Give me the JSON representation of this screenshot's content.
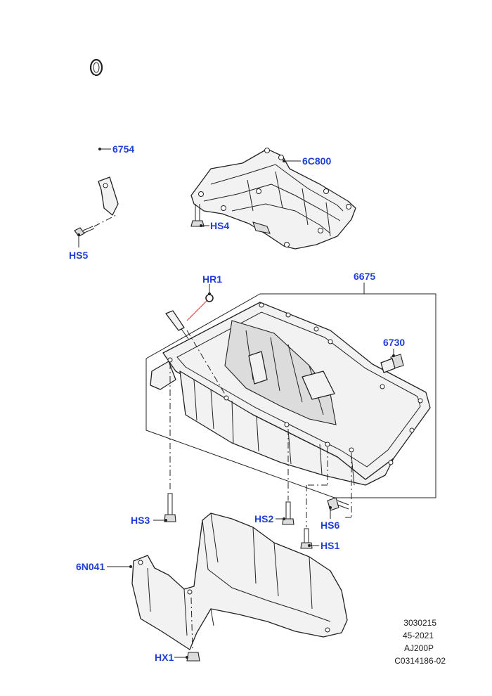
{
  "callouts": {
    "dipstick": "6754",
    "windage_tray": "6C800",
    "screw_hs4": "HS4",
    "screw_hs5": "HS5",
    "oring_hr1": "HR1",
    "oil_pan": "6675",
    "drain_plug": "6730",
    "bolt_hs3": "HS3",
    "bolt_hs2": "HS2",
    "bolt_hs6": "HS6",
    "bolt_hs1": "HS1",
    "lower_pan": "6N041",
    "plug_hx1": "HX1"
  },
  "footer": {
    "line1": "3030215",
    "line2": "45-2021",
    "line3": "AJ200P",
    "line4": "C0314186-02"
  },
  "colors": {
    "callout_text": "#1f3fd6",
    "line_art": "#222222",
    "part_fill": "#f2f2f2",
    "sight_line": "#e03030"
  }
}
